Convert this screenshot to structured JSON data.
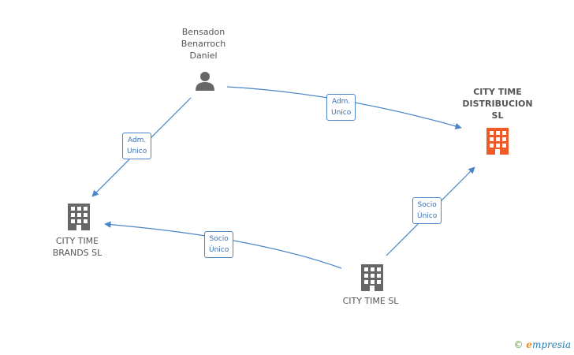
{
  "nodes": {
    "person": {
      "label": "Bensadon\nBenarroch\nDaniel"
    },
    "distribucion": {
      "label": "CITY TIME\nDISTRIBUCION\nSL"
    },
    "brands": {
      "label": "CITY TIME\nBRANDS  SL"
    },
    "citytime": {
      "label": "CITY TIME SL"
    }
  },
  "edges": [
    {
      "label": "Adm.\nUnico"
    },
    {
      "label": "Adm.\nUnico"
    },
    {
      "label": "Socio\nÚnico"
    },
    {
      "label": "Socio\nÚnico"
    }
  ],
  "colors": {
    "edge": "#4a86c8",
    "company": "#666666",
    "company_main": "#f05a28",
    "person": "#666666"
  },
  "icons": {
    "person": "person-icon",
    "company": "building-icon"
  },
  "brand": {
    "copyright": "©",
    "name_initial": "e",
    "name_rest": "mpresia"
  }
}
